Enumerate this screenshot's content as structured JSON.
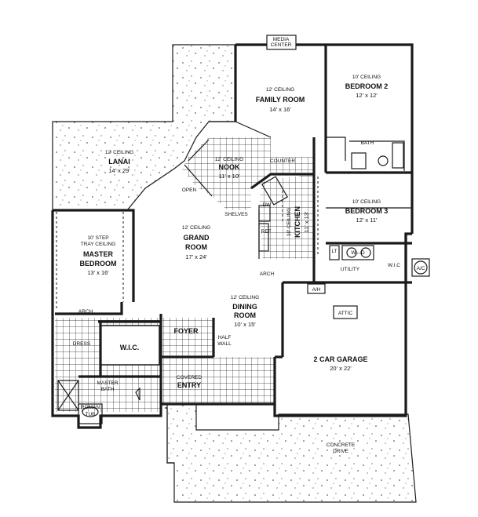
{
  "rooms": {
    "lanai": {
      "ceiling": "12' CEILING",
      "name": "LANAI",
      "dims": "14' x 29'"
    },
    "family_room": {
      "ceiling": "12' CEILING",
      "name": "FAMILY ROOM",
      "dims": "14' x 16'"
    },
    "bedroom2": {
      "ceiling": "10' CEILING",
      "name": "BEDROOM 2",
      "dims": "12' x 12'"
    },
    "nook": {
      "ceiling": "12' CEILING",
      "name": "NOOK",
      "dims": "11' x 10'"
    },
    "bedroom3": {
      "ceiling": "10' CEILING",
      "name": "BEDROOM 3",
      "dims": "12' x 11'"
    },
    "master_bedroom": {
      "ceiling1": "10' STEP",
      "ceiling2": "TRAY CEILING",
      "name1": "MASTER",
      "name2": "BEDROOM",
      "dims": "13' x 16'"
    },
    "grand_room": {
      "ceiling": "12' CEILING",
      "name1": "GRAND",
      "name2": "ROOM",
      "dims": "17' x 24'"
    },
    "kitchen": {
      "ceiling": "10' CEILING",
      "name": "KITCHEN",
      "dims": "11' x 13'"
    },
    "dining_room": {
      "ceiling": "12' CEILING",
      "name1": "DINING",
      "name2": "ROOM",
      "dims": "10' x 15'"
    },
    "garage": {
      "name": "2 CAR GARAGE",
      "dims": "20' x 22'"
    },
    "covered_entry": {
      "name1": "COVERED",
      "name2": "ENTRY"
    }
  },
  "labels": {
    "media_center1": "MEDIA",
    "media_center2": "CENTER",
    "counter": "COUNTER",
    "open": "OPEN",
    "shelves": "SHELVES",
    "dw": "DW",
    "ref": "REF",
    "bath": "BATH",
    "lt": "LT",
    "w_d": "W↔D",
    "utility": "UTILITY",
    "wic_small": "W.I.C",
    "ac": "A/C",
    "ah": "A/H",
    "arch_dining": "ARCH",
    "arch_master": "ARCH",
    "attic": "ATTIC",
    "dress": "DRESS",
    "wic": "W.I.C.",
    "foyer": "FOYER",
    "half_wall1": "HALF",
    "half_wall2": "WALL",
    "master_bath1": "MASTER",
    "master_bath2": "BATH",
    "roman_tub1": "ROMAN",
    "roman_tub2": "TUB",
    "drive1": "CONCRETE",
    "drive2": "DRIVE"
  }
}
